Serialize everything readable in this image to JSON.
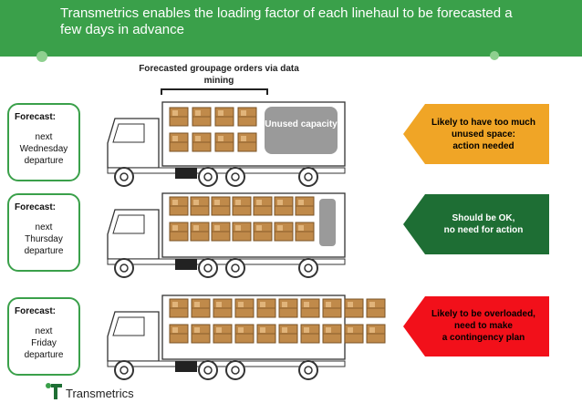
{
  "header": {
    "title": "Transmetrics enables the loading factor of each linehaul to be forecasted a few days in advance"
  },
  "top_label": "Forecasted groupage orders via data mining",
  "unused_label": "Unused capacity",
  "forecasts": [
    {
      "heading": "Forecast:",
      "body": [
        "next",
        "Wednesday",
        "departure"
      ]
    },
    {
      "heading": "Forecast:",
      "body": [
        "next",
        "Thursday",
        "departure"
      ]
    },
    {
      "heading": "Forecast:",
      "body": [
        "next",
        "Friday",
        "departure"
      ]
    }
  ],
  "outcomes": [
    {
      "text": [
        "Likely to have too much",
        "unused space:",
        "action needed"
      ],
      "color": "#f0a526",
      "text_color": "#111111"
    },
    {
      "text": [
        "Should be OK,",
        "no need for action"
      ],
      "color": "#1e6e34",
      "text_color": "#ffffff"
    },
    {
      "text": [
        "Likely to be overloaded,",
        "need to make",
        "a contingency plan"
      ],
      "color": "#f2101a",
      "text_color": "#111111"
    }
  ],
  "logo": {
    "name": "Transmetrics",
    "icon": "transmetrics-logo-icon"
  },
  "colors": {
    "header": "#3aa04a",
    "box_border": "#3aa04a",
    "cargo": "#c08a4a"
  }
}
